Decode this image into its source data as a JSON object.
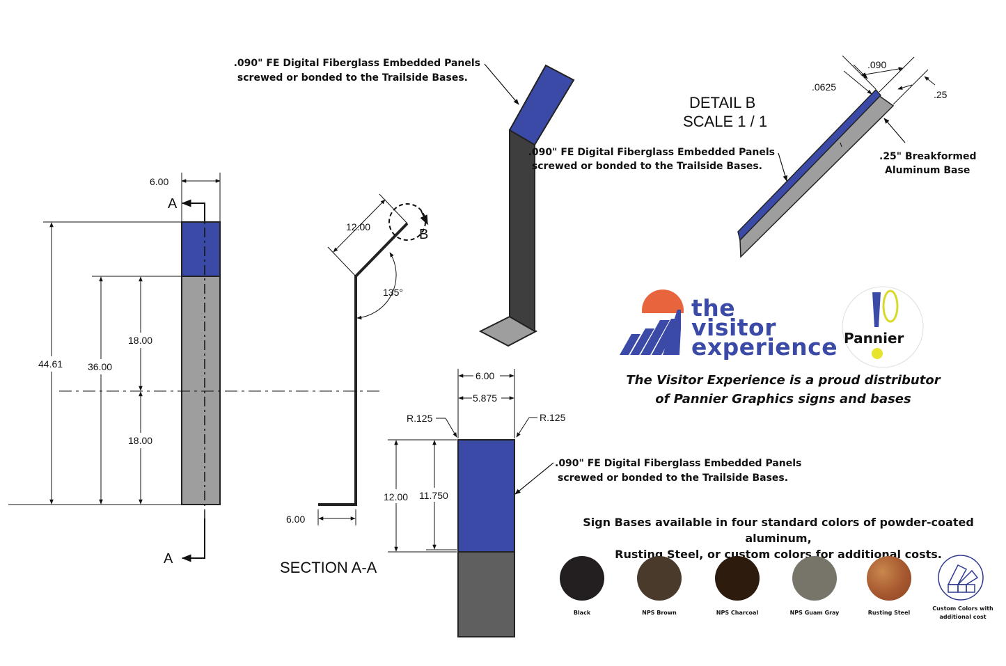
{
  "left_view": {
    "width_dim": "6.00",
    "overall_height_dim": "44.61",
    "base_height_dim": "36.00",
    "upper_half_dim": "18.00",
    "lower_half_dim": "18.00",
    "section_marker_top": "A",
    "section_marker_bottom": "A"
  },
  "section_view": {
    "title": "SECTION A-A",
    "panel_length_dim": "12.00",
    "angle_dim": "135°",
    "foot_dim": "6.00",
    "detail_callout": "B"
  },
  "iso_view": {
    "note_line1": ".090\" FE Digital Fiberglass Embedded Panels",
    "note_line2": "screwed or bonded to the Trailside Bases."
  },
  "detail_b": {
    "title_line1": "DETAIL  B",
    "title_line2": "SCALE 1 / 1",
    "dim_panel": ".090",
    "dim_gap": ".0625",
    "dim_base": ".25",
    "panel_note_line1": ".090\" FE Digital Fiberglass Embedded Panels",
    "panel_note_line2": "screwed or bonded to the Trailside Bases.",
    "base_note_line1": ".25\" Breakformed",
    "base_note_line2": "Aluminum Base"
  },
  "front_view": {
    "outer_width_dim": "6.00",
    "inner_width_dim": "5.875",
    "left_radius": "R.125",
    "right_radius": "R.125",
    "outer_height_dim": "12.00",
    "inner_height_dim": "11.750",
    "note_line1": ".090\" FE Digital Fiberglass Embedded Panels",
    "note_line2": "screwed or bonded to the Trailside Bases."
  },
  "branding": {
    "logo_line1": "the",
    "logo_line2": "visitor",
    "logo_line3": "experience",
    "partner_logo": "Pannier",
    "tagline_line1": "The Visitor Experience is a proud distributor",
    "tagline_line2": "of Pannier Graphics signs and bases",
    "brand_color": "#3b4aa6",
    "accent_color": "#e8643c"
  },
  "colors_section": {
    "heading_line1": "Sign Bases available in four standard colors of powder-coated aluminum,",
    "heading_line2": "Rusting Steel, or custom colors for additional costs.",
    "swatches": [
      {
        "label": "Black",
        "color": "#231f20"
      },
      {
        "label": "NPS Brown",
        "color": "#4a3a2c"
      },
      {
        "label": "NPS Charcoal",
        "color": "#2d1b0e"
      },
      {
        "label": "NPS Guam Gray",
        "color": "#77756a"
      },
      {
        "label": "Rusting Steel",
        "color": "#b0643a"
      }
    ],
    "custom_label_line1": "Custom Colors with",
    "custom_label_line2": "additional cost",
    "custom_icon": "color-palette-icon"
  }
}
